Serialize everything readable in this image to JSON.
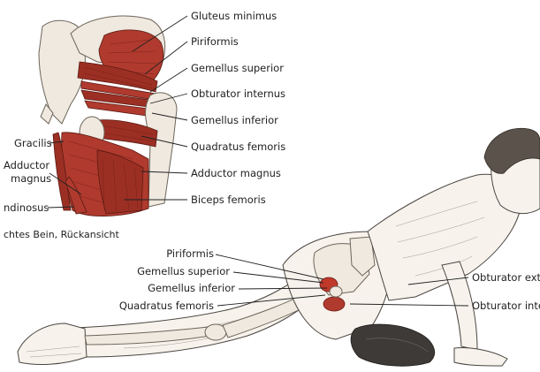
{
  "top_labels": {
    "gluteus_minimus": "Gluteus minimus",
    "piriformis": "Piriformis",
    "gemellus_superior": "Gemellus superior",
    "obturator_internus": "Obturator internus",
    "gemellus_inferior": "Gemellus inferior",
    "quadratus_femoris": "Quadratus femoris",
    "adductor_magnus": "Adductor magnus",
    "biceps_femoris": "Biceps femoris",
    "gracilis": "Gracilis",
    "adductor_magnus_left_1": "Adductor",
    "adductor_magnus_left_2": "magnus",
    "semitendinosus": "ndinosus"
  },
  "caption": "chtes Bein, Rückansicht",
  "bottom_labels": {
    "piriformis": "Piriformis",
    "gemellus_superior": "Gemellus superior",
    "gemellus_inferior": "Gemellus inferior",
    "quadratus_femoris": "Quadratus femoris",
    "obturator_externus": "Obturator exte",
    "obturator_internus": "Obturator inter"
  },
  "colors": {
    "muscle": "#b03a2e",
    "highlight": "#c0392b",
    "bone": "#efe9df",
    "text": "#222222"
  }
}
